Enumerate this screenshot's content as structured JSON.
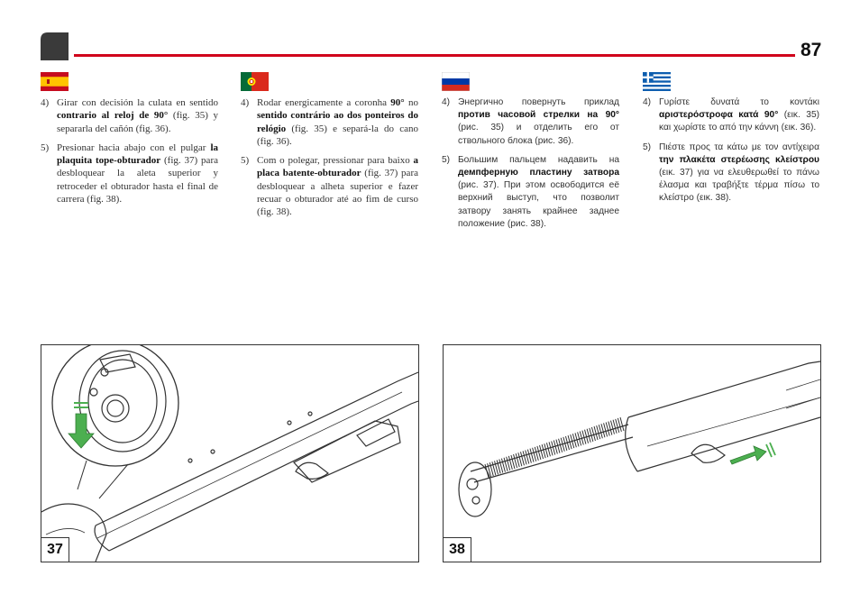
{
  "header": {
    "page_number": "87",
    "accent_color": "#d0021b"
  },
  "columns": [
    {
      "lang": "es",
      "flag": "spain-flag",
      "items": [
        {
          "num": "4)",
          "segments": [
            {
              "t": "Girar con decisión la culata en sentido ",
              "b": false
            },
            {
              "t": "contrario al reloj de 90°",
              "b": true
            },
            {
              "t": " (fig. 35) y separarla del cañón (fig. 36).",
              "b": false
            }
          ]
        },
        {
          "num": "5)",
          "segments": [
            {
              "t": "Presionar hacia abajo con el pulgar ",
              "b": false
            },
            {
              "t": "la plaquita tope-obturador",
              "b": true
            },
            {
              "t": " (fig. 37) para desbloquear la aleta superior y retroceder el obturador hasta el final de carrera (fig. 38).",
              "b": false
            }
          ]
        }
      ]
    },
    {
      "lang": "pt",
      "flag": "portugal-flag",
      "items": [
        {
          "num": "4)",
          "segments": [
            {
              "t": "Rodar energicamente a coronha ",
              "b": false
            },
            {
              "t": "90°",
              "b": true
            },
            {
              "t": " no ",
              "b": false
            },
            {
              "t": "sentido contrário ao dos ponteiros do relógio",
              "b": true
            },
            {
              "t": " (fig. 35) e separá-la do cano (fig. 36).",
              "b": false
            }
          ]
        },
        {
          "num": "5)",
          "segments": [
            {
              "t": "Com o polegar, pressionar para baixo ",
              "b": false
            },
            {
              "t": "a placa batente-obturador",
              "b": true
            },
            {
              "t": " (fig. 37) para desbloquear a alheta superior e fazer recuar o obturador até ao fim de curso (fig. 38).",
              "b": false
            }
          ]
        }
      ]
    },
    {
      "lang": "ru",
      "flag": "russia-flag",
      "items": [
        {
          "num": "4)",
          "segments": [
            {
              "t": "Энергично повернуть приклад ",
              "b": false
            },
            {
              "t": "против часовой стрелки на 90°",
              "b": true
            },
            {
              "t": " (рис. 35) и отделить его от ствольного блока (рис. 36).",
              "b": false
            }
          ]
        },
        {
          "num": "5)",
          "segments": [
            {
              "t": "Большим пальцем надавить на ",
              "b": false
            },
            {
              "t": "демпферную пластину затвора",
              "b": true
            },
            {
              "t": " (рис. 37). При этом освободится её верхний выступ, что позволит затвору занять крайнее заднее положение (рис. 38).",
              "b": false
            }
          ]
        }
      ]
    },
    {
      "lang": "el",
      "flag": "greece-flag",
      "items": [
        {
          "num": "4)",
          "segments": [
            {
              "t": "Γυρίστε δυνατά το κοντάκι ",
              "b": false
            },
            {
              "t": "αριστερόστροφα κατά 90°",
              "b": true
            },
            {
              "t": " (εικ. 35) και χωρίστε το από την κάννη (εικ. 36).",
              "b": false
            }
          ]
        },
        {
          "num": "5)",
          "segments": [
            {
              "t": "Πιέστε προς τα κάτω με τον αντίχειρα ",
              "b": false
            },
            {
              "t": "την πλακέτα στερέωσης κλείστρου",
              "b": true
            },
            {
              "t": " (εικ. 37) για να ελευθερωθεί το πάνω έλασμα και τραβήξτε τέρμα πίσω το κλείστρο (εικ. 38).",
              "b": false
            }
          ]
        }
      ]
    }
  ],
  "figures": [
    {
      "label": "37",
      "arrow_color": "#4caf50"
    },
    {
      "label": "38",
      "arrow_color": "#4caf50"
    }
  ]
}
